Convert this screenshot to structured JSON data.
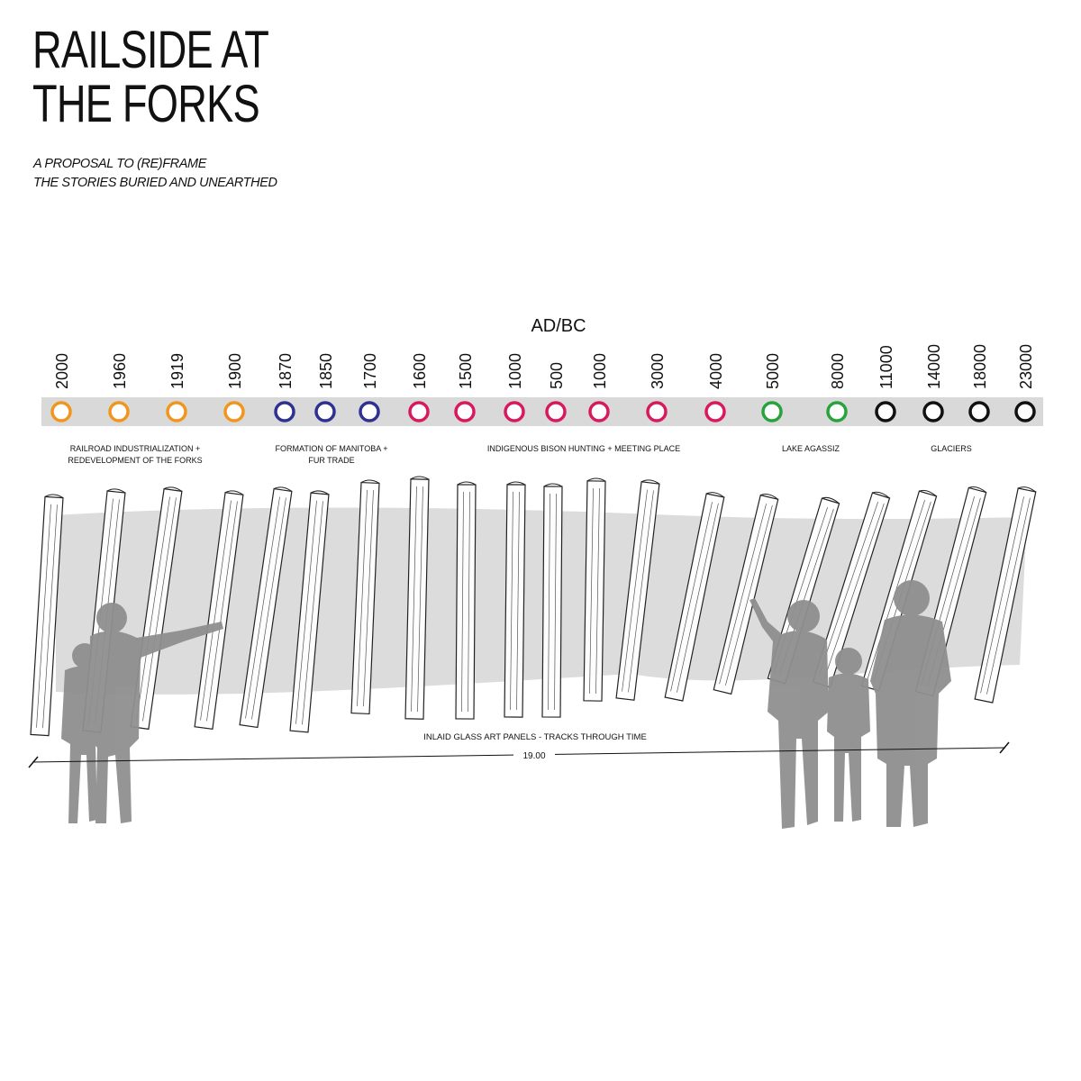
{
  "title_line1": "RAILSIDE AT",
  "title_line2": "THE FORKS",
  "subtitle_line1": "A PROPOSAL TO (RE)FRAME",
  "subtitle_line2": "THE STORIES BURIED AND UNEARTHED",
  "era_heading": "AD/BC",
  "timeline": [
    {
      "year": "2000",
      "color": "orange"
    },
    {
      "year": "1960",
      "color": "orange"
    },
    {
      "year": "1919",
      "color": "orange"
    },
    {
      "year": "1900",
      "color": "orange"
    },
    {
      "year": "1870",
      "color": "blue"
    },
    {
      "year": "1850",
      "color": "blue"
    },
    {
      "year": "1700",
      "color": "blue"
    },
    {
      "year": "1600",
      "color": "magenta"
    },
    {
      "year": "1500",
      "color": "magenta"
    },
    {
      "year": "1000",
      "color": "magenta"
    },
    {
      "year": "500",
      "color": "magenta"
    },
    {
      "year": "1000",
      "color": "magenta"
    },
    {
      "year": "3000",
      "color": "magenta"
    },
    {
      "year": "4000",
      "color": "magenta"
    },
    {
      "year": "5000",
      "color": "green"
    },
    {
      "year": "8000",
      "color": "green"
    },
    {
      "year": "11000",
      "color": "black"
    },
    {
      "year": "14000",
      "color": "black"
    },
    {
      "year": "18000",
      "color": "black"
    },
    {
      "year": "23000",
      "color": "black"
    }
  ],
  "colors": {
    "orange": "#f2951f",
    "blue": "#2e3192",
    "magenta": "#d9195d",
    "green": "#26a33a",
    "black": "#111111",
    "band": "#d9d9d9",
    "silhouette": "#8f8f8f"
  },
  "eras": [
    {
      "line1": "RAILROAD INDUSTRIALIZATION +",
      "line2": "REDEVELOPMENT OF THE FORKS"
    },
    {
      "line1": "FORMATION OF MANITOBA +",
      "line2": "FUR TRADE"
    },
    {
      "line1": "INDIGENOUS BISON HUNTING + MEETING PLACE",
      "line2": ""
    },
    {
      "line1": "LAKE AGASSIZ",
      "line2": ""
    },
    {
      "line1": "GLACIERS",
      "line2": ""
    }
  ],
  "panels_label": "INLAID GLASS ART PANELS - TRACKS THROUGH TIME",
  "dimension": "19.00"
}
